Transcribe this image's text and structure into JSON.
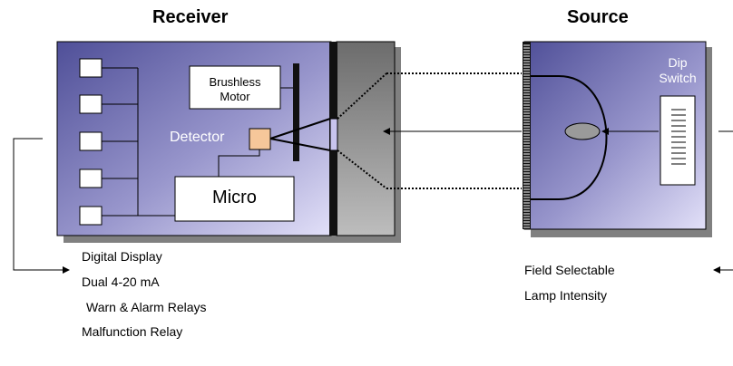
{
  "receiver": {
    "title": "Receiver",
    "motor_label_line1": "Brushless",
    "motor_label_line2": "Motor",
    "detector_label": "Detector",
    "micro_label": "Micro",
    "outputs": [
      "Digital Display",
      "Dual 4-20 mA",
      "Warn & Alarm Relays",
      "Malfunction Relay"
    ]
  },
  "source": {
    "title": "Source",
    "switch_label_line1": "Dip",
    "switch_label_line2": "Switch",
    "inputs": [
      "Field Selectable",
      "Lamp Intensity"
    ]
  },
  "colors": {
    "panel_light": "#d6d3f2",
    "panel_dark": "#5a5aa0",
    "shadow": "#6f6f6f",
    "end_cap": "#9c9c9c",
    "detector_fill": "#f6c79a",
    "detector_label": "#ffffff"
  }
}
